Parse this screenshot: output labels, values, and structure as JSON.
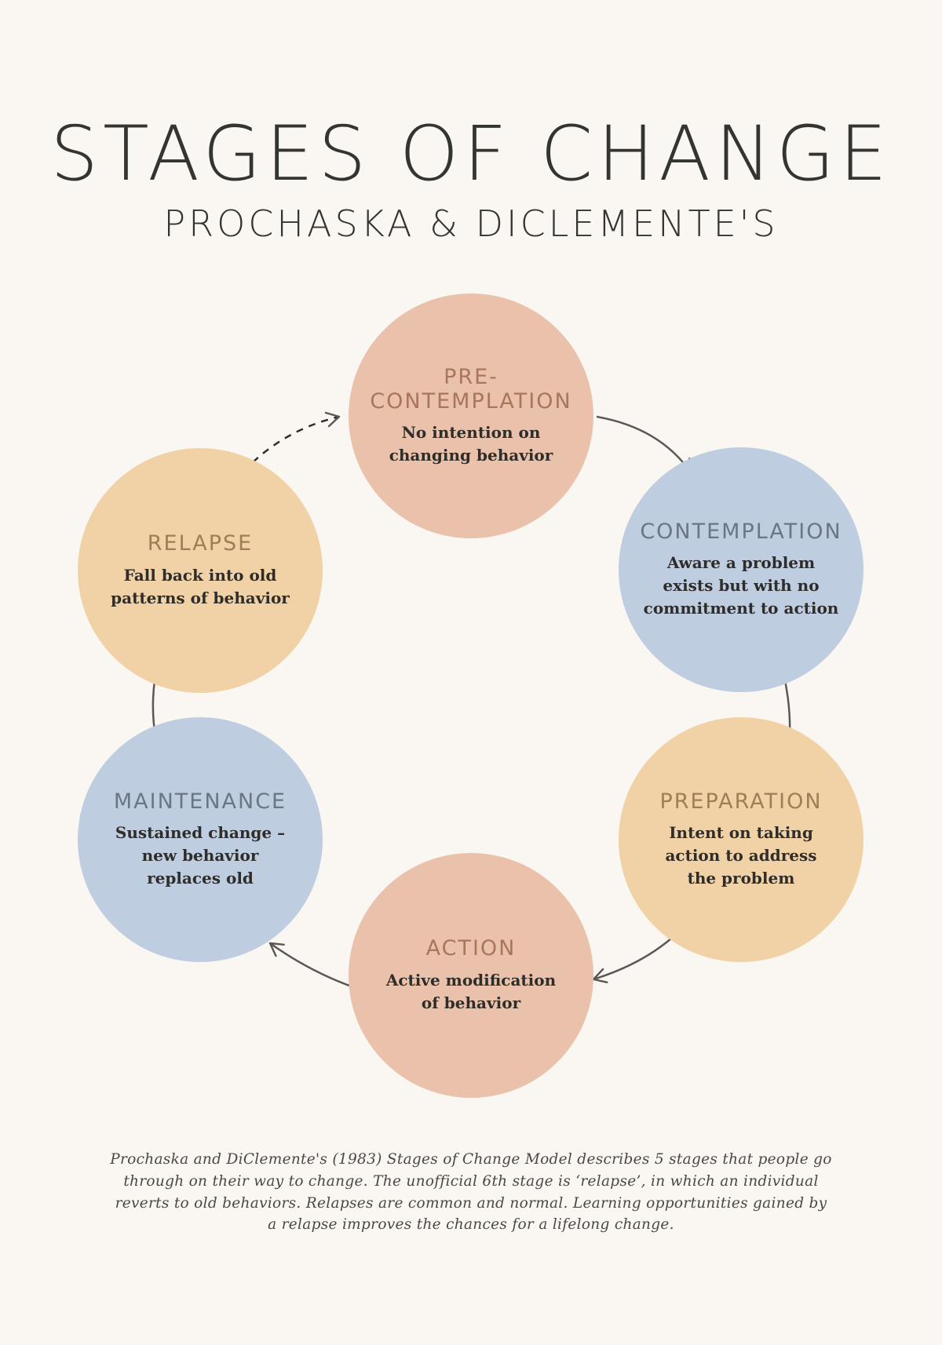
{
  "header": {
    "title": "STAGES OF CHANGE",
    "subtitle": "PROCHASKA & DICLEMENTE'S"
  },
  "stages": [
    {
      "name": "PRE-\nCONTEMPLATION",
      "description": "No intention on changing behavior",
      "color": "#eac2ab"
    },
    {
      "name": "CONTEMPLATION",
      "description": "Aware a problem exists but with no commitment to action",
      "color": "#bfcde1"
    },
    {
      "name": "PREPARATION",
      "description": "Intent on taking action to address the problem",
      "color": "#f1d2a7"
    },
    {
      "name": "ACTION",
      "description": "Active modification of behavior",
      "color": "#eac2ab"
    },
    {
      "name": "MAINTENANCE",
      "description": "Sustained change – new behavior replaces old",
      "color": "#bfcde1"
    },
    {
      "name": "RELAPSE",
      "description": "Fall back into old patterns of behavior",
      "color": "#f1d2a7"
    }
  ],
  "footnote": "Prochaska and DiClemente's (1983) Stages of Change Model describes 5 stages that people go through on their way to change. The unofficial 6th stage is ‘relapse’, in which an individual reverts to old behaviors. Relapses are common and normal. Learning opportunities gained by a relapse improves the chances for a lifelong change.",
  "colors": {
    "background": "#faf6f1",
    "arrow": "#5a5856",
    "peach": "#eac2ab",
    "blue": "#bfcde1",
    "sand": "#f1d2a7"
  }
}
